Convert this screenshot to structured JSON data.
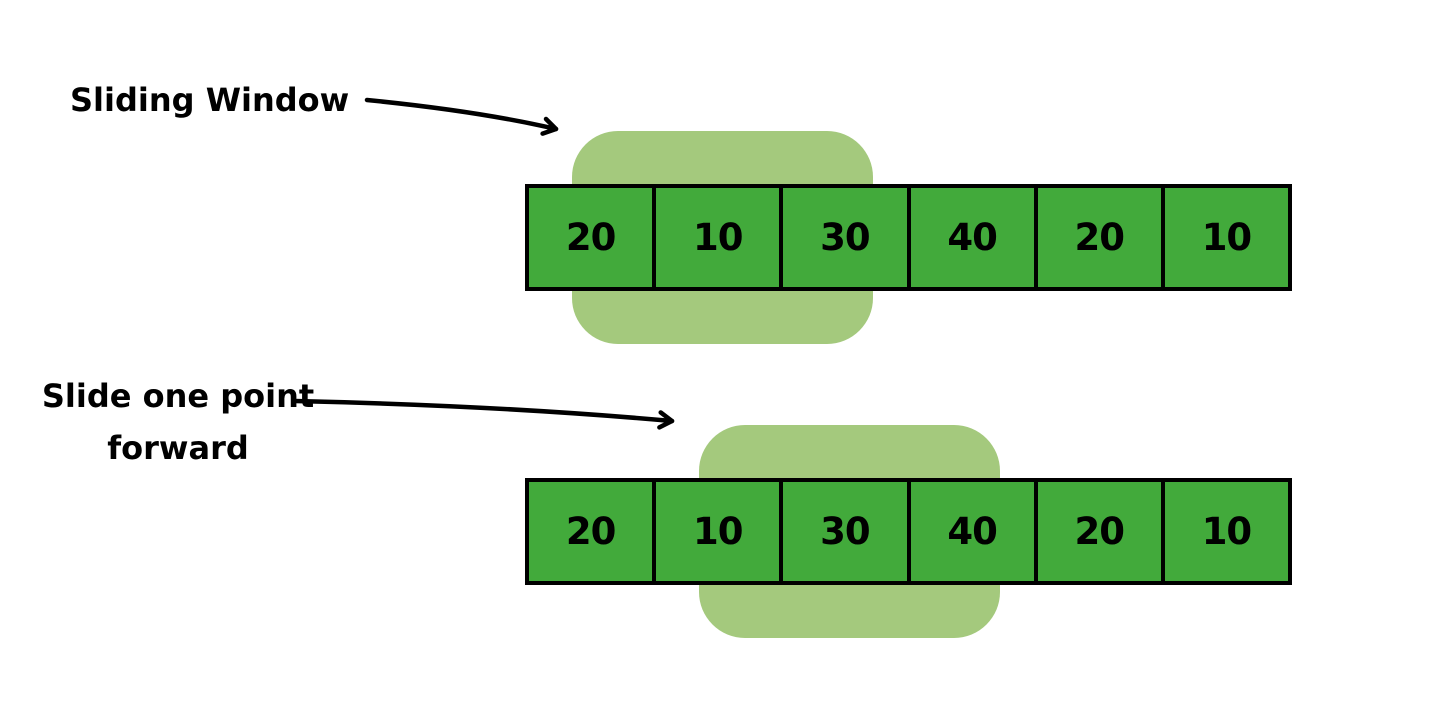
{
  "labels": {
    "sliding_window": "Sliding Window",
    "slide_forward_line1": "Slide one point",
    "slide_forward_line2": "forward"
  },
  "rows": [
    {
      "cells": [
        "20",
        "10",
        "30",
        "40",
        "20",
        "10"
      ],
      "window": {
        "start_index": 0,
        "end_index": 2,
        "values": [
          "20",
          "10",
          "30"
        ]
      }
    },
    {
      "cells": [
        "20",
        "10",
        "30",
        "40",
        "20",
        "10"
      ],
      "window": {
        "start_index": 1,
        "end_index": 3,
        "values": [
          "10",
          "30",
          "40"
        ]
      }
    }
  ],
  "colors": {
    "cell_fill": "#42aa3b",
    "window_fill": "#a4c97d",
    "cell_border": "#000000",
    "label_text": "#000000",
    "arrow_color": "#000000",
    "background": "#ffffff"
  }
}
